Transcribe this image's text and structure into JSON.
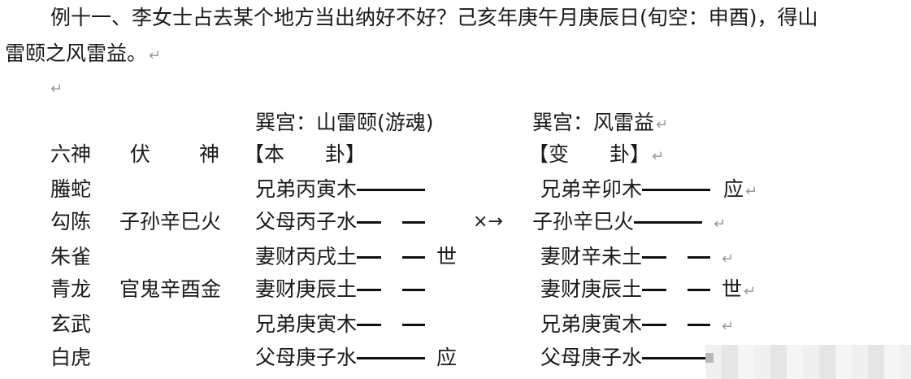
{
  "intro": {
    "line1": "例十一、李女士占去某个地方当出纳好不好？己亥年庚午月庚辰日(旬空：申酉)，得山",
    "line2": "雷颐之风雷益。",
    "paragraph_mark": "↵"
  },
  "header": {
    "ben_gua_title": "巽宫：山雷颐(游魂)",
    "bian_gua_title": "巽宫：风雷益"
  },
  "columns": {
    "liushen": "六神",
    "fushen_1": "伏",
    "fushen_2": "神",
    "ben_gua": "【本　　卦】",
    "bian_gua": "【变　　卦】"
  },
  "rows": [
    {
      "liushen": "螣蛇",
      "fushen": "",
      "ben": "兄弟丙寅木",
      "ben_line": "yang",
      "ben_mark": "",
      "moving": "",
      "bian": "兄弟辛卯木",
      "bian_line": "yang",
      "bian_mark": "应"
    },
    {
      "liushen": "勾陈",
      "fushen": "子孙辛巳火",
      "ben": "父母丙子水",
      "ben_line": "yin",
      "ben_mark": "",
      "moving": "×→",
      "bian": "子孙辛巳火",
      "bian_line": "yang",
      "bian_mark": ""
    },
    {
      "liushen": "朱雀",
      "fushen": "",
      "ben": "妻财丙戌土",
      "ben_line": "yin",
      "ben_mark": "世",
      "moving": "",
      "bian": "妻财辛未土",
      "bian_line": "yin",
      "bian_mark": ""
    },
    {
      "liushen": "青龙",
      "fushen": "官鬼辛酉金",
      "ben": "妻财庚辰土",
      "ben_line": "yin",
      "ben_mark": "",
      "moving": "",
      "bian": "妻财庚辰土",
      "bian_line": "yin",
      "bian_mark": "世"
    },
    {
      "liushen": "玄武",
      "fushen": "",
      "ben": "兄弟庚寅木",
      "ben_line": "yin",
      "ben_mark": "",
      "moving": "",
      "bian": "兄弟庚寅木",
      "bian_line": "yin",
      "bian_mark": ""
    },
    {
      "liushen": "白虎",
      "fushen": "",
      "ben": "父母庚子水",
      "ben_line": "yang",
      "ben_mark": "应",
      "moving": "",
      "bian": "父母庚子水",
      "bian_line": "yang",
      "bian_mark": ""
    }
  ]
}
